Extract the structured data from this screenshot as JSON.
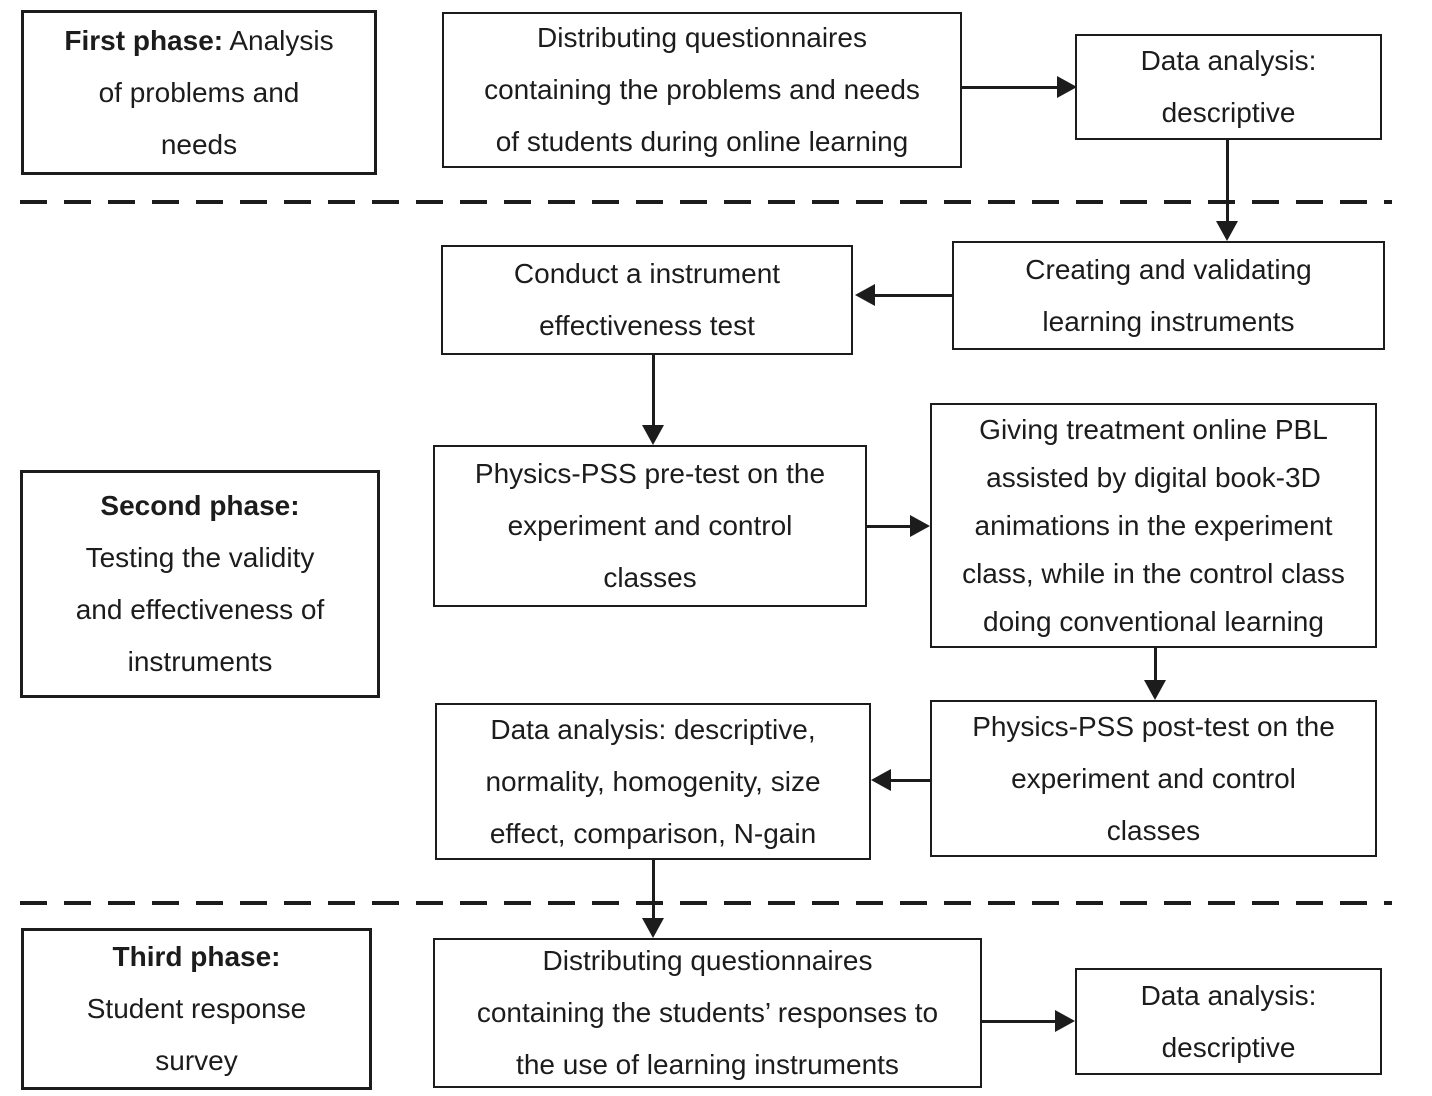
{
  "diagram": {
    "colors": {
      "ink": "#1c1c1c",
      "background": "#ffffff"
    },
    "phase_labels": [
      {
        "bold": "First phase:",
        "rest": " Analysis\nof problems and\nneeds"
      },
      {
        "bold": "Second phase:",
        "rest": "Testing the validity\nand effectiveness of\ninstruments"
      },
      {
        "bold": "Third phase:",
        "rest": "Student response\nsurvey"
      }
    ],
    "boxes": {
      "p1_questionnaire": "Distributing questionnaires\ncontaining the problems and needs\nof students during online learning",
      "p1_analysis": "Data analysis:\ndescriptive",
      "p2_creating": "Creating and validating\nlearning instruments",
      "p2_conduct": "Conduct a instrument\neffectiveness test",
      "p2_pretest": "Physics-PSS pre-test on the\nexperiment and control\nclasses",
      "p2_treatment": "Giving treatment online PBL\nassisted by digital book-3D\nanimations in the experiment\nclass, while in the control class\ndoing conventional learning",
      "p2_posttest": "Physics-PSS post-test on the\nexperiment and control\nclasses",
      "p2_analysis": "Data analysis: descriptive,\nnormality, homogenity, size\neffect, comparison, N-gain",
      "p3_questionnaire": "Distributing questionnaires\ncontaining the students’ responses to\nthe use of learning instruments",
      "p3_analysis": "Data analysis:\ndescriptive"
    }
  }
}
